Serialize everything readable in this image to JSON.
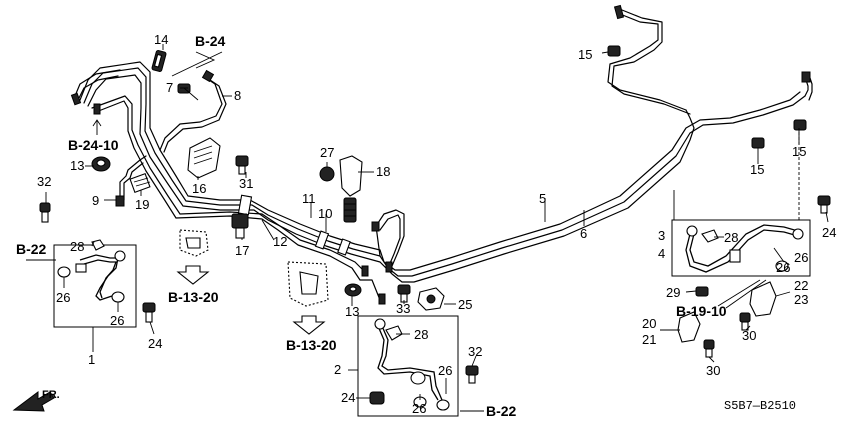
{
  "diagram_code": "S5B7—B2510",
  "direction_label": "FR.",
  "part_labels": {
    "p1": "1",
    "p2": "2",
    "p3": "3",
    "p4": "4",
    "p5": "5",
    "p6": "6",
    "p7": "7",
    "p8": "8",
    "p9": "9",
    "p10": "10",
    "p11": "11",
    "p12": "12",
    "p13a": "13",
    "p13b": "13",
    "p14": "14",
    "p15a": "15",
    "p15b": "15",
    "p15c": "15",
    "p16": "16",
    "p17": "17",
    "p18": "18",
    "p19": "19",
    "p20": "20",
    "p21": "21",
    "p22": "22",
    "p23": "23",
    "p24a": "24",
    "p24b": "24",
    "p24c": "24",
    "p25": "25",
    "p26a": "26",
    "p26b": "26",
    "p26c": "26",
    "p26d": "26",
    "p26e": "26",
    "p26f": "26",
    "p27": "27",
    "p28a": "28",
    "p28b": "28",
    "p28c": "28",
    "p29": "29",
    "p30a": "30",
    "p30b": "30",
    "p31": "31",
    "p32a": "32",
    "p32b": "32",
    "p33": "33"
  },
  "references": {
    "b24": "B-24",
    "b24_10": "B-24-10",
    "b22_left": "B-22",
    "b22_bottom": "B-22",
    "b13_20_a": "B-13-20",
    "b13_20_b": "B-13-20",
    "b19_10": "B-19-10"
  }
}
